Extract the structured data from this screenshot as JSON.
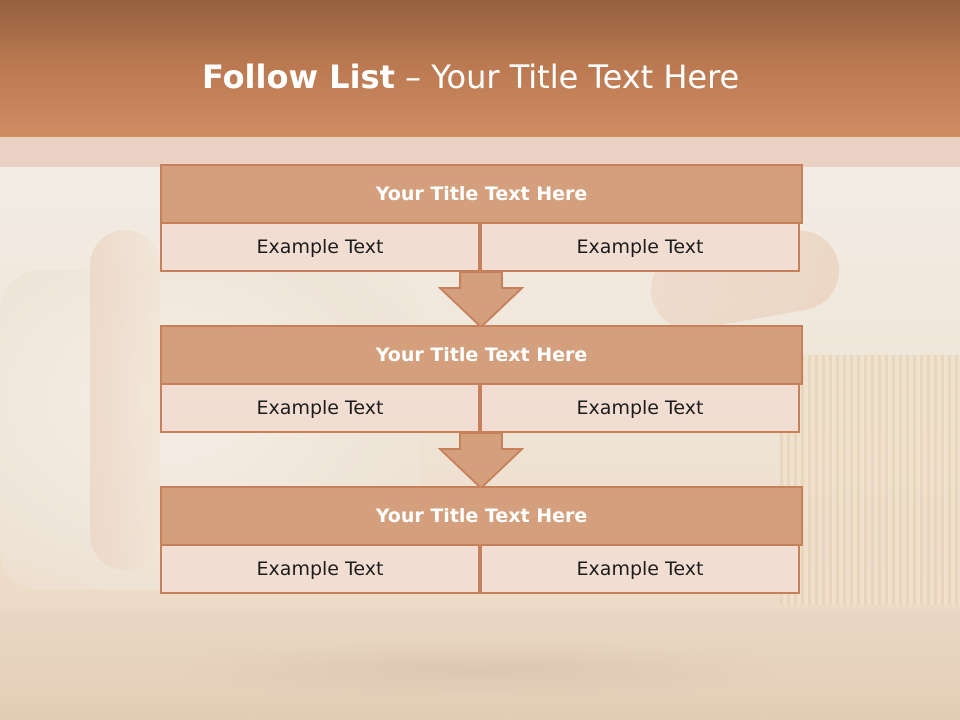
{
  "slide": {
    "title_bold": "Follow List",
    "title_rest": " – Your Title Text Here"
  },
  "colors": {
    "header": "#c27f55",
    "block_title_fill": "#d49f7c",
    "block_border": "#c7815a",
    "cell_fill": "#f1ddd1",
    "arrow_fill": "#d49f7c"
  },
  "blocks": [
    {
      "title": "Your Title Text Here",
      "left_text": "Example Text",
      "right_text": "Example Text"
    },
    {
      "title": "Your Title Text Here",
      "left_text": "Example Text",
      "right_text": "Example Text"
    },
    {
      "title": "Your Title Text Here",
      "left_text": "Example Text",
      "right_text": "Example Text"
    }
  ],
  "arrows": [
    {
      "icon": "arrow-down-icon"
    },
    {
      "icon": "arrow-down-icon"
    }
  ]
}
